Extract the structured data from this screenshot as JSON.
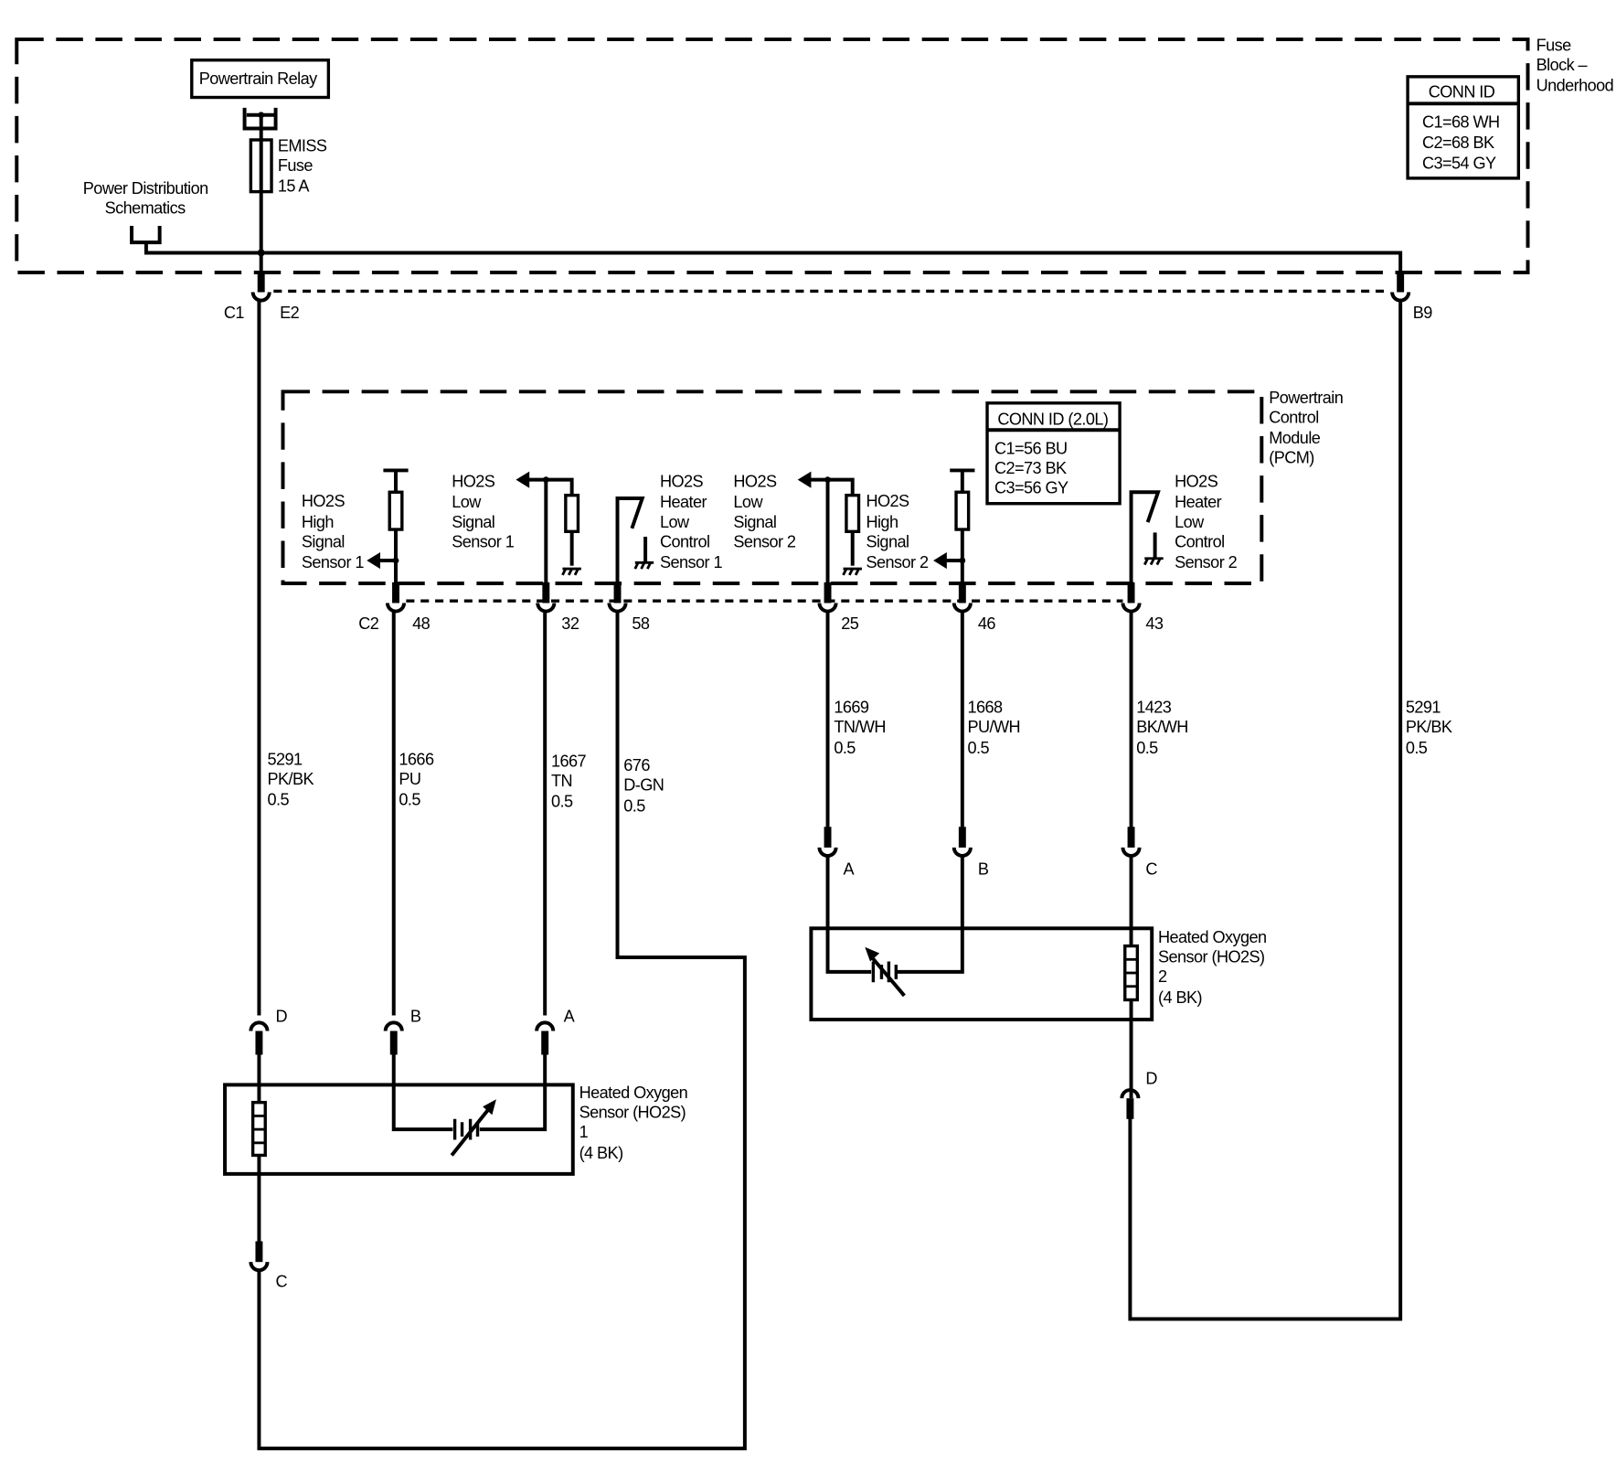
{
  "fuse_block": {
    "title_lines": [
      "Fuse",
      "Block –",
      "Underhood"
    ],
    "relay_label": "Powertrain Relay",
    "fuse_lines": [
      "EMISS",
      "Fuse",
      "15 A"
    ],
    "power_dist_lines": [
      "Power Distribution",
      "Schematics"
    ],
    "conn_id": {
      "title": "CONN ID",
      "lines": [
        "C1=68 WH",
        "C2=68 BK",
        "C3=54 GY"
      ]
    },
    "connectors": {
      "c1": "C1",
      "e2": "E2",
      "b9": "B9"
    }
  },
  "pcm": {
    "title_lines": [
      "Powertrain",
      "Control",
      "Module",
      "(PCM)"
    ],
    "conn_id": {
      "title": "CONN ID (2.0L)",
      "lines": [
        "C1=56 BU",
        "C2=73 BK",
        "C3=56 GY"
      ]
    },
    "connector": "C2",
    "circuits": [
      {
        "pin": "48",
        "label_lines": [
          "HO2S",
          "High",
          "Signal",
          "Sensor 1"
        ]
      },
      {
        "pin": "32",
        "label_lines": [
          "HO2S",
          "Low",
          "Signal",
          "Sensor 1"
        ]
      },
      {
        "pin": "58",
        "label_lines": [
          "HO2S",
          "Heater",
          "Low",
          "Control",
          "Sensor 1"
        ]
      },
      {
        "pin": "25",
        "label_lines": [
          "HO2S",
          "Low",
          "Signal",
          "Sensor 2"
        ]
      },
      {
        "pin": "46",
        "label_lines": [
          "HO2S",
          "High",
          "Signal",
          "Sensor 2"
        ]
      },
      {
        "pin": "43",
        "label_lines": [
          "HO2S",
          "Heater",
          "Low",
          "Control",
          "Sensor 2"
        ]
      }
    ]
  },
  "wires": [
    {
      "id": "c1-left",
      "circuit": "5291",
      "color": "PK/BK",
      "gauge": "0.5"
    },
    {
      "id": "pin48",
      "circuit": "1666",
      "color": "PU",
      "gauge": "0.5"
    },
    {
      "id": "pin32",
      "circuit": "1667",
      "color": "TN",
      "gauge": "0.5"
    },
    {
      "id": "pin58",
      "circuit": "676",
      "color": "D-GN",
      "gauge": "0.5"
    },
    {
      "id": "pin25",
      "circuit": "1669",
      "color": "TN/WH",
      "gauge": "0.5"
    },
    {
      "id": "pin46",
      "circuit": "1668",
      "color": "PU/WH",
      "gauge": "0.5"
    },
    {
      "id": "pin43",
      "circuit": "1423",
      "color": "BK/WH",
      "gauge": "0.5"
    },
    {
      "id": "b9-right",
      "circuit": "5291",
      "color": "PK/BK",
      "gauge": "0.5"
    }
  ],
  "sensor1": {
    "label_lines": [
      "Heated Oxygen",
      "Sensor (HO2S)",
      "1",
      "(4 BK)"
    ],
    "pins": {
      "d": "D",
      "b": "B",
      "a": "A",
      "c": "C"
    }
  },
  "sensor2": {
    "label_lines": [
      "Heated Oxygen",
      "Sensor (HO2S)",
      "2",
      "(4 BK)"
    ],
    "pins": {
      "a": "A",
      "b": "B",
      "c": "C",
      "d": "D"
    }
  }
}
